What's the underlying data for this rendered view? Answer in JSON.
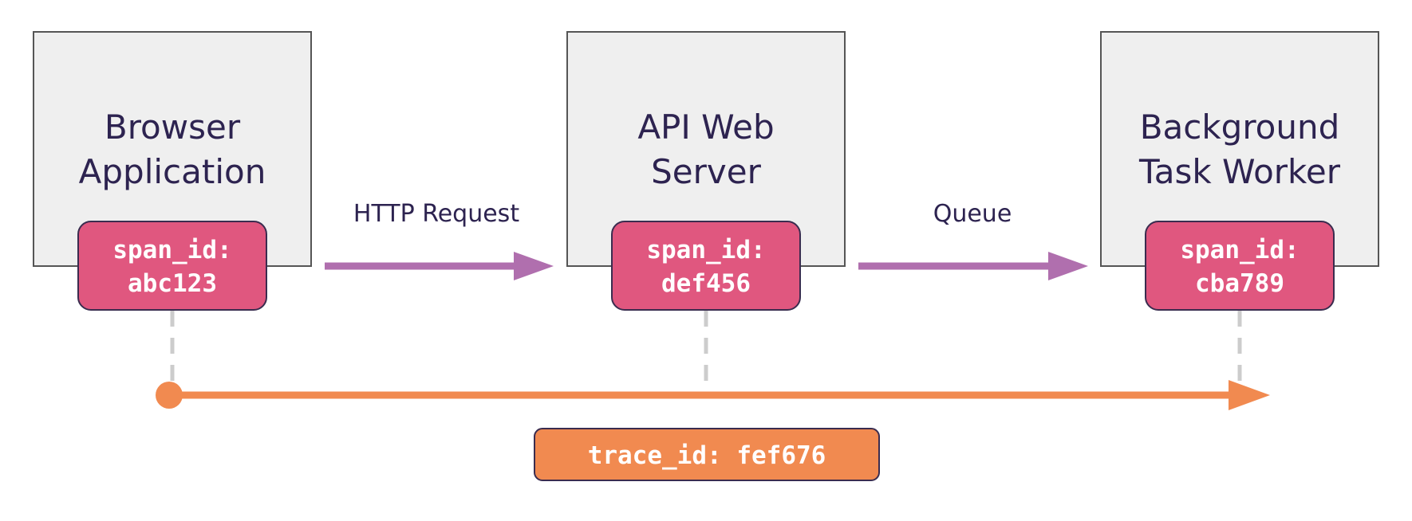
{
  "services": [
    {
      "name_line1": "Browser",
      "name_line2": "Application",
      "span_label": "span_id:",
      "span_value": "abc123"
    },
    {
      "name_line1": "API Web",
      "name_line2": "Server",
      "span_label": "span_id:",
      "span_value": "def456"
    },
    {
      "name_line1": "Background",
      "name_line2": "Task Worker",
      "span_label": "span_id:",
      "span_value": "cba789"
    }
  ],
  "edges": [
    {
      "label": "HTTP Request"
    },
    {
      "label": "Queue"
    }
  ],
  "trace": {
    "label": "trace_id: fef676"
  },
  "colors": {
    "service_box_fill": "#efefef",
    "service_box_stroke": "#555555",
    "span_fill": "#e0577f",
    "span_stroke": "#3a2c4f",
    "edge_arrow": "#b06fae",
    "trace_arrow": "#f18a50",
    "trace_fill": "#f18a50",
    "dashed_connector": "#cccccc",
    "text_dark": "#2d2350"
  }
}
